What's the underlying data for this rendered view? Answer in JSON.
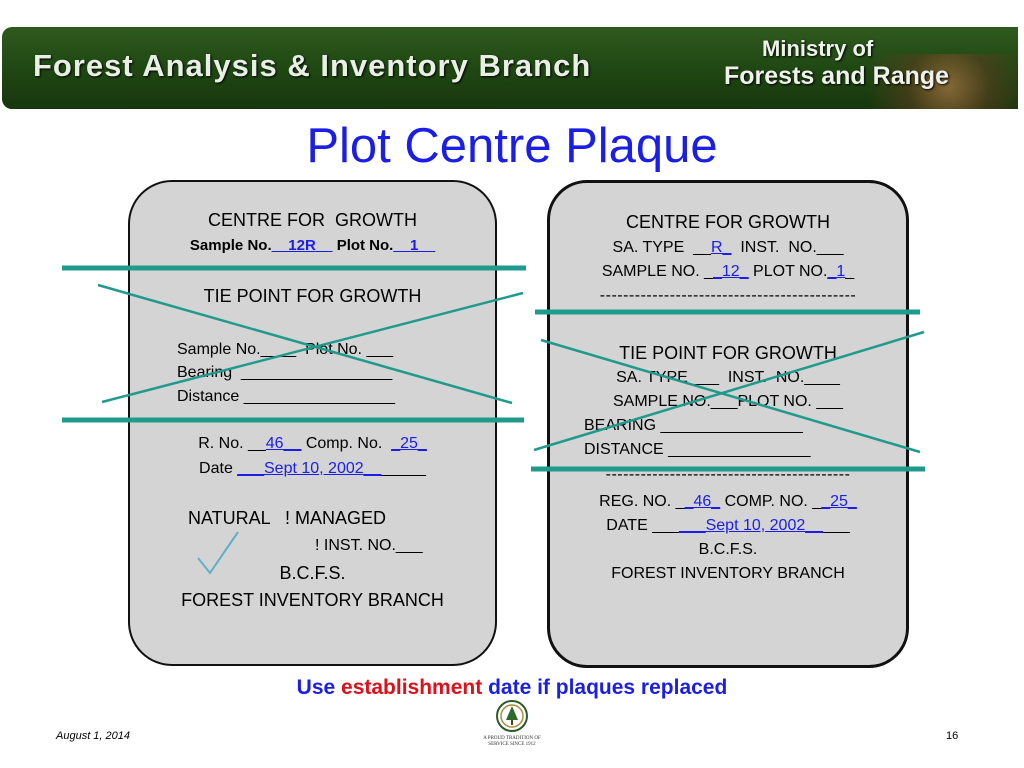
{
  "header": {
    "branch_title": "Forest Analysis & Inventory Branch",
    "ministry_line1": "Ministry of",
    "ministry_line2": "Forests and Range"
  },
  "slide_title": "Plot Centre Plaque",
  "left_plaque": {
    "heading": "CENTRE FOR  GROWTH",
    "sample_label": "Sample No.",
    "sample_value": "12R",
    "plot_label": "Plot No.",
    "plot_value": "1",
    "tie_heading": "TIE POINT FOR GROWTH",
    "tie_sample_line": "Sample No.____  Plot No. ___",
    "tie_bearing_line": "Bearing  _________________",
    "tie_distance_line": "Distance _________________",
    "r_no_label": "R. No.",
    "r_no_value": "46",
    "comp_no_label": "Comp. No.",
    "comp_no_value": "25",
    "date_label": "Date",
    "date_value": "Sept 10, 2002",
    "natural_line": "NATURAL   ! MANAGED",
    "inst_line": "! INST. NO.___",
    "bcfs": "B.C.F.S.",
    "branch": "FOREST INVENTORY BRANCH"
  },
  "right_plaque": {
    "heading": "CENTRE FOR GROWTH",
    "sa_type_label": "SA. TYPE",
    "sa_type_value": "R",
    "inst_no_label": "INST.  NO.___",
    "sample_no_label": "SAMPLE NO.",
    "sample_no_value": "12",
    "plot_no_label": "PLOT NO.",
    "plot_no_value": "1",
    "dash_line": "--------------------------------------------",
    "tie_heading": "TIE POINT FOR GROWTH",
    "tie_sa_line": "SA. TYPE ___  INST.  NO.____",
    "tie_sample_line": "SAMPLE NO.___PLOT NO. ___",
    "tie_bearing_line": "BEARING ________________",
    "tie_distance_line": "DISTANCE ________________",
    "dash_line2": "------------------------------------------",
    "reg_no_label": "REG. NO.",
    "reg_no_value": "46",
    "comp_no_label": "COMP. NO.",
    "comp_no_value": "25",
    "date_label": "DATE",
    "date_value": "Sept 10, 2002",
    "bcfs": "B.C.F.S.",
    "branch": "FOREST INVENTORY BRANCH"
  },
  "bottom_note": {
    "part1": "Use ",
    "part2": "establishment",
    "part3": " date if plaques replaced"
  },
  "footer": {
    "date": "August 1, 2014",
    "page": "16",
    "logo_text_line1": "A PROUD TRADITION OF",
    "logo_text_line2": "SERVICE SINCE 1912"
  },
  "colors": {
    "title_blue": "#1a1ee6",
    "accent_red": "#e0101a",
    "teal_lines": "#1f9a8c",
    "plaque_gray": "#d4d4d4",
    "banner_green": "#2f5a1e"
  },
  "icons": {
    "checkmark": "checkmark-icon",
    "logo": "forest-service-logo-icon"
  }
}
